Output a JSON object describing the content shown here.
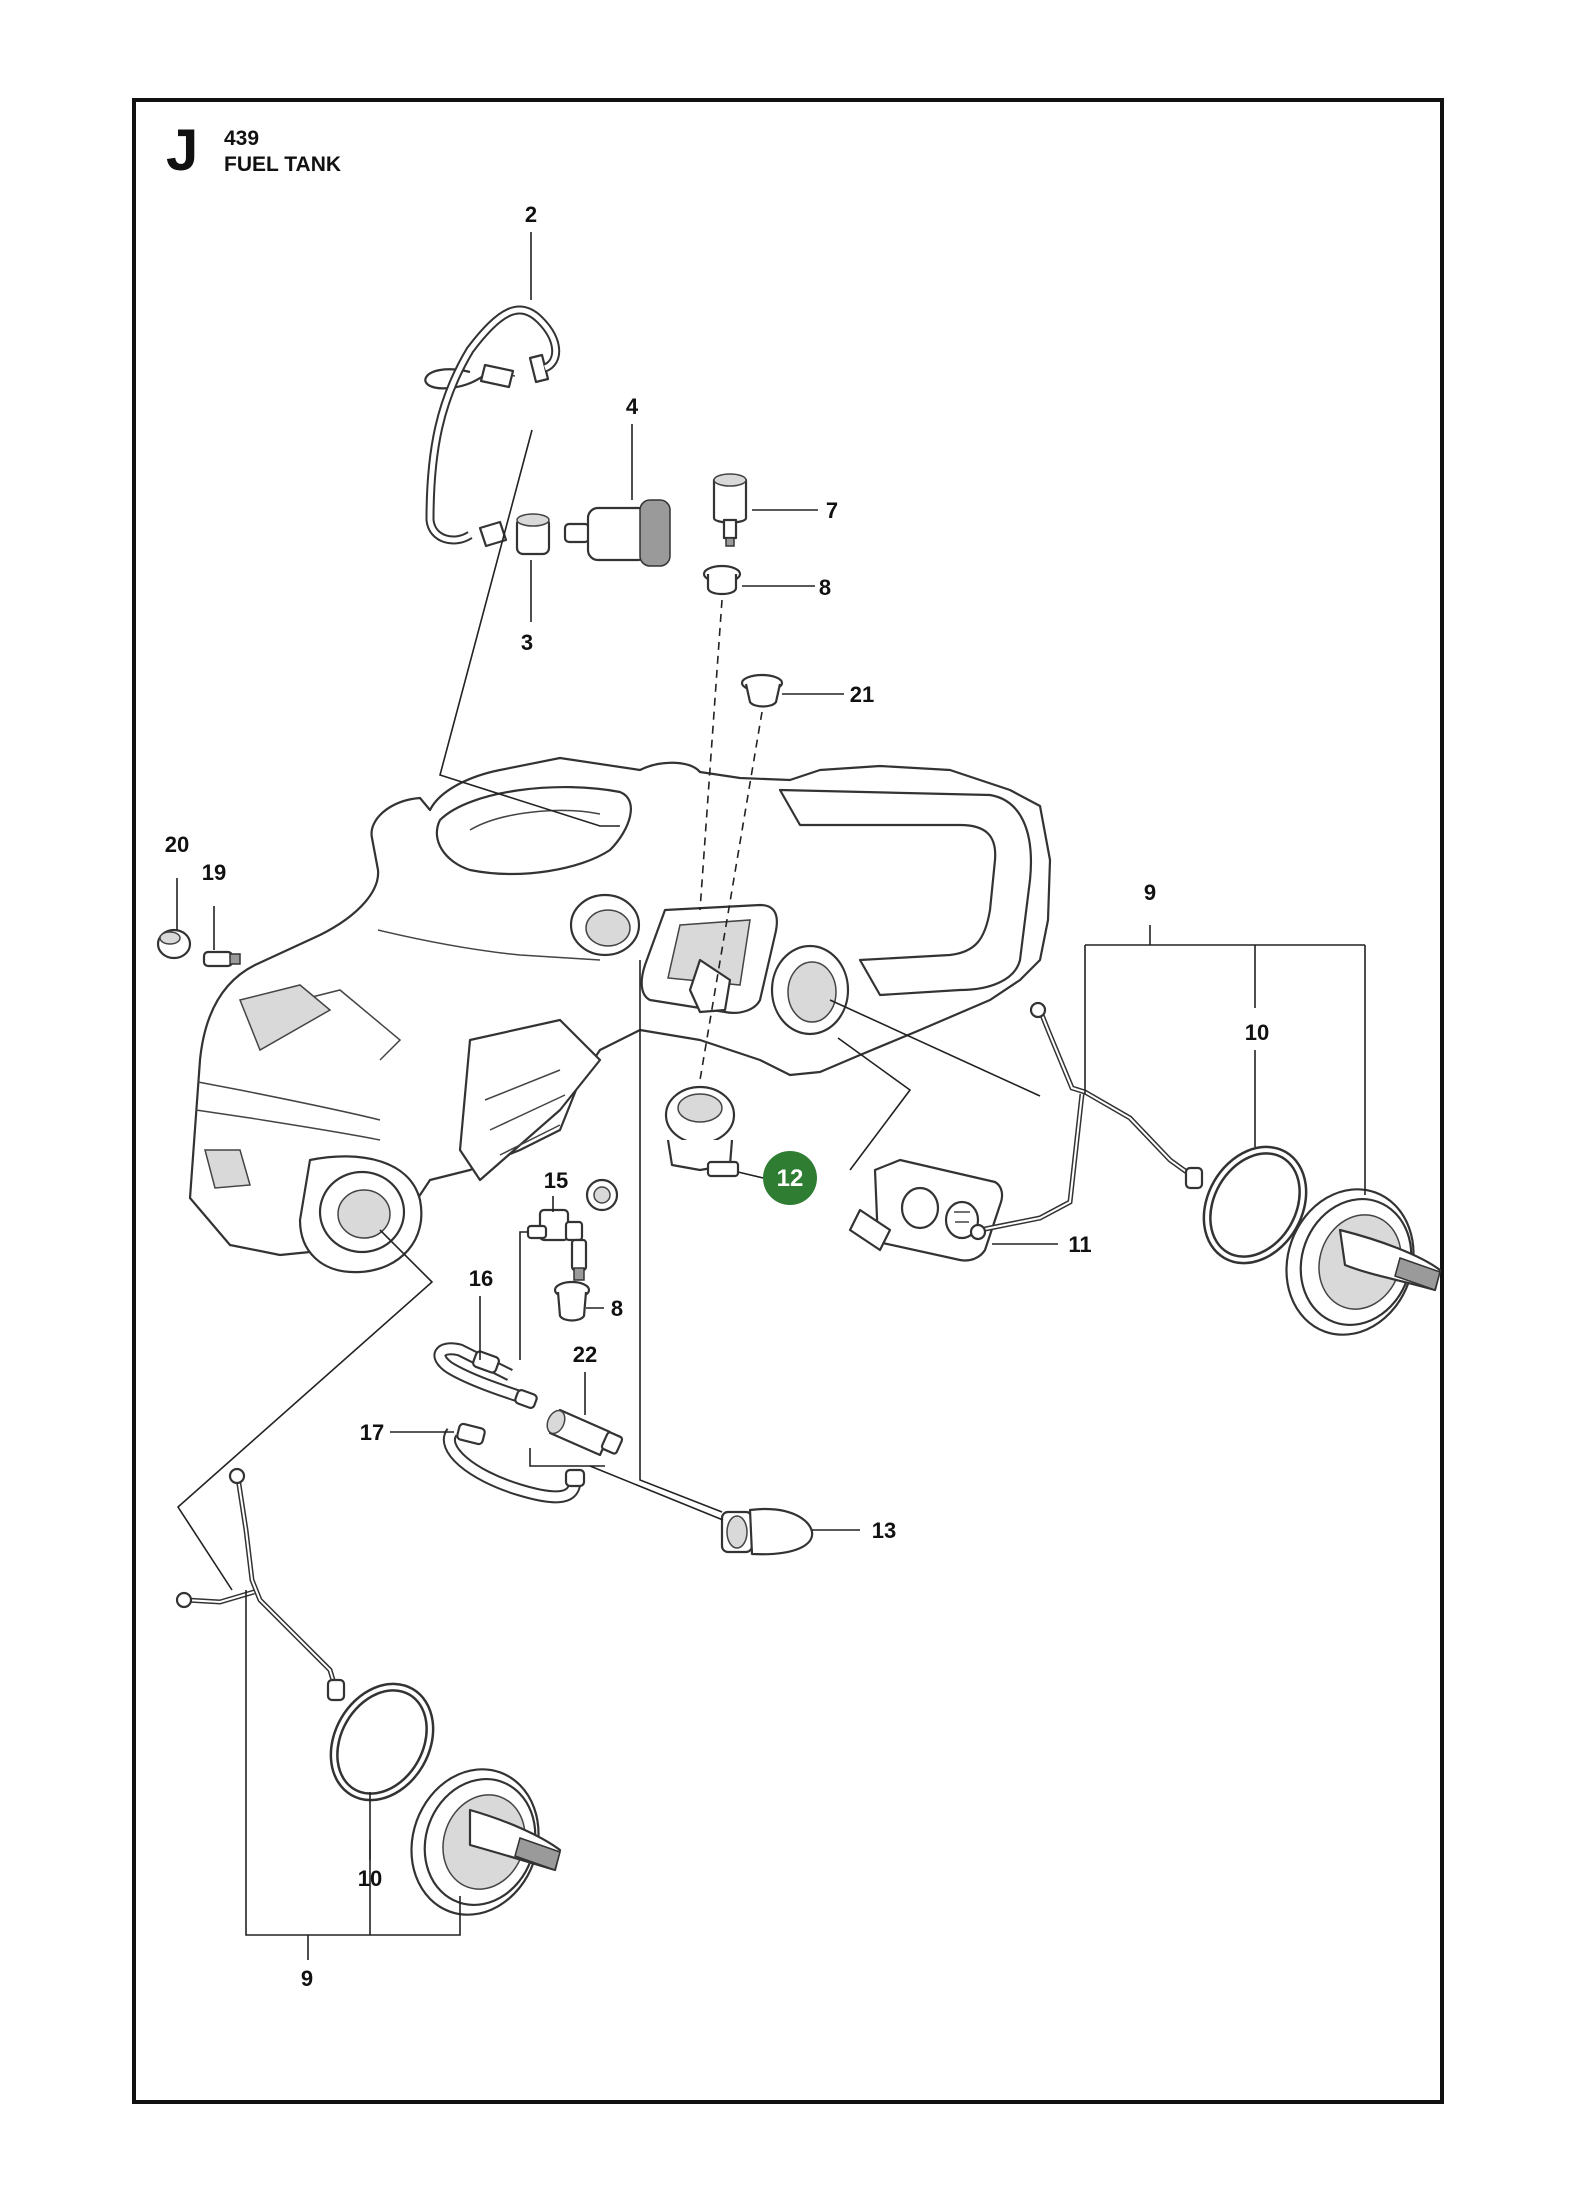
{
  "header": {
    "section_letter": "J",
    "model_number": "439",
    "section_title": "FUEL TANK"
  },
  "callouts": [
    {
      "id": "c2",
      "label": "2"
    },
    {
      "id": "c4",
      "label": "4"
    },
    {
      "id": "c7",
      "label": "7"
    },
    {
      "id": "c8a",
      "label": "8"
    },
    {
      "id": "c3",
      "label": "3"
    },
    {
      "id": "c21",
      "label": "21"
    },
    {
      "id": "c20",
      "label": "20"
    },
    {
      "id": "c19",
      "label": "19"
    },
    {
      "id": "c9a",
      "label": "9"
    },
    {
      "id": "c10a",
      "label": "10"
    },
    {
      "id": "c12",
      "label": "12"
    },
    {
      "id": "c11",
      "label": "11"
    },
    {
      "id": "c15",
      "label": "15"
    },
    {
      "id": "c16",
      "label": "16"
    },
    {
      "id": "c8b",
      "label": "8"
    },
    {
      "id": "c22",
      "label": "22"
    },
    {
      "id": "c17",
      "label": "17"
    },
    {
      "id": "c13",
      "label": "13"
    },
    {
      "id": "c10b",
      "label": "10"
    },
    {
      "id": "c9b",
      "label": "9"
    }
  ],
  "highlight": {
    "callout_id": "c12",
    "color": "#2e7d32",
    "text_color": "#ffffff"
  }
}
